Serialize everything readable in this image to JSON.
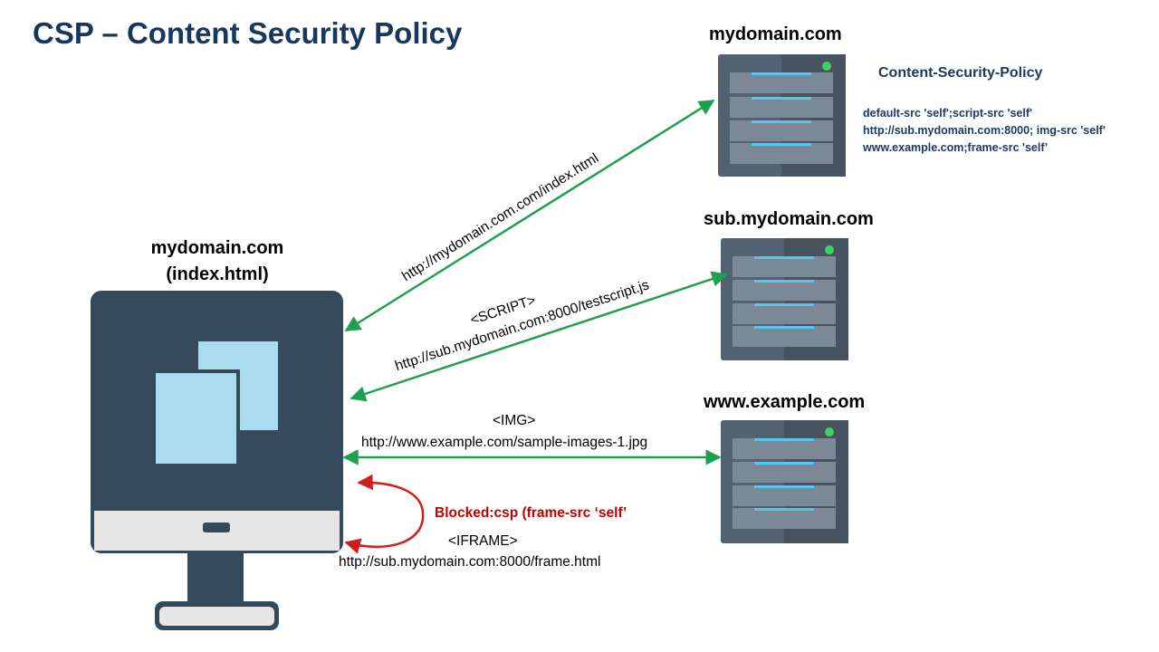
{
  "title": "CSP – Content Security Policy",
  "client": {
    "line1": "mydomain.com",
    "line2": "(index.html)"
  },
  "servers": [
    {
      "label": "mydomain.com"
    },
    {
      "label": "sub.mydomain.com"
    },
    {
      "label": "www.example.com"
    }
  ],
  "policy": {
    "header": "Content-Security-Policy",
    "lines": [
      "default-src 'self';script-src 'self'",
      "http://sub.mydomain.com:8000; img-src 'self'",
      "www.example.com;frame-src 'self’"
    ]
  },
  "requests": {
    "index": "http://mydomain.com.com/index.html",
    "script_tag": "<SCRIPT>",
    "script_url": "http://sub.mydomain.com:8000/testscript.js",
    "img_tag": "<IMG>",
    "img_url": "http://www.example.com/sample-images-1.jpg",
    "blocked": "Blocked:csp (frame-src ‘self’",
    "iframe_tag": "<IFRAME>",
    "iframe_url": "http://sub.mydomain.com:8000/frame.html"
  },
  "colors": {
    "title": "#17375e",
    "allowed_arrow": "#1fa050",
    "blocked_arrow": "#d01c1c",
    "monitor": "#34495a",
    "screen_doc": "#a9dcee",
    "server_body": "#536270",
    "server_led": "#3fd163"
  }
}
